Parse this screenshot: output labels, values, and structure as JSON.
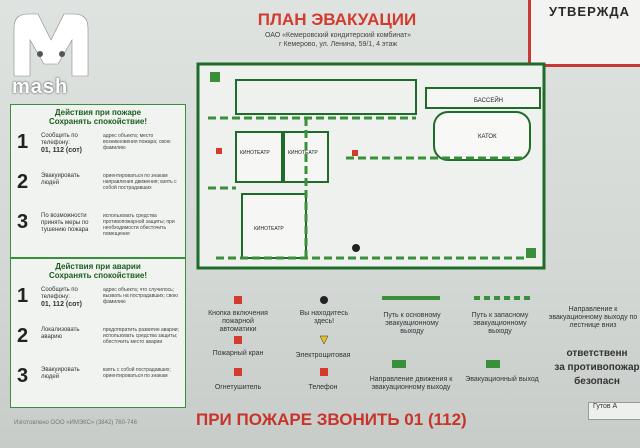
{
  "logo": {
    "text": "mash"
  },
  "header": {
    "title": "ПЛАН ЭВАКУАЦИИ",
    "sub1": "ОАО «Кемеровский кондитерский комбинат»",
    "sub2": "г Кемерово, ул. Ленина, 59/1, 4 этаж"
  },
  "approve": {
    "label": "УТВЕРЖДА"
  },
  "fire_panel": {
    "title1": "Действия при пожаре",
    "title2": "Сохранять спокойствие!",
    "steps": [
      {
        "n": "1",
        "label": "Сообщить по телефону:",
        "phone": "01, 112 (сот)",
        "desc": "адрес объекта; место возникновения пожара; свою фамилию"
      },
      {
        "n": "2",
        "label": "Эвакуировать людей",
        "desc": "ориентироваться по знакам направления движения; взять с собой пострадавших"
      },
      {
        "n": "3",
        "label": "По возможности принять меры по тушению пожара",
        "desc": "использовать средства противопожарной защиты; при необходимости обесточить помещение"
      }
    ]
  },
  "accident_panel": {
    "title1": "Действия при аварии",
    "title2": "Сохранять спокойствие!",
    "steps": [
      {
        "n": "1",
        "label": "Сообщить по телефону:",
        "phone": "01, 112 (сот)",
        "desc": "адрес объекта; что случилось; вызвать на пострадавших; свою фамилию"
      },
      {
        "n": "2",
        "label": "Локализовать аварию",
        "desc": "предотвратить развитие аварии; использовать средства защиты; обесточить место аварии"
      },
      {
        "n": "3",
        "label": "Эвакуировать людей",
        "desc": "взять с собой пострадавших; ориентироваться по знакам"
      }
    ]
  },
  "plan": {
    "rooms": {
      "pool": "БАССЕЙН",
      "rink": "КАТОК",
      "cinema1": "КИНОТЕАТР",
      "cinema2": "КИНОТЕАТР",
      "cinema3": "КИНОТЕАТР"
    }
  },
  "legend": {
    "items": [
      {
        "text": "Кнопка включения пожарной автоматики"
      },
      {
        "text": "Вы находитесь здесь!"
      },
      {
        "text": "Путь к основному эвакуационному выходу"
      },
      {
        "text": "Путь к запасному эвакуационному выходу"
      },
      {
        "text": "Направление к эвакуационному выходу по лестнице вниз"
      },
      {
        "text": "Пожарный кран"
      },
      {
        "text": "Электрощитовая"
      },
      {
        "text": "Огнетушитель"
      },
      {
        "text": "Телефон"
      },
      {
        "text": "Направление движения к эвакуационному выходу"
      },
      {
        "text": "Эвакуационный выход"
      }
    ]
  },
  "right_text": {
    "line1": "ответственн",
    "line2": "за противопожар",
    "line3": "безопасн"
  },
  "bottom": {
    "call": "ПРИ ПОЖАРЕ ЗВОНИТЬ 01 (112)"
  },
  "footer": {
    "made_by": "Изготовлено ООО «ИМЭКС» (3842) 760-746"
  },
  "sticker": {
    "text": "Гутов А"
  },
  "colors": {
    "red": "#d23b2e",
    "green": "#3a8f3a",
    "wall": "#1f6b2a"
  }
}
